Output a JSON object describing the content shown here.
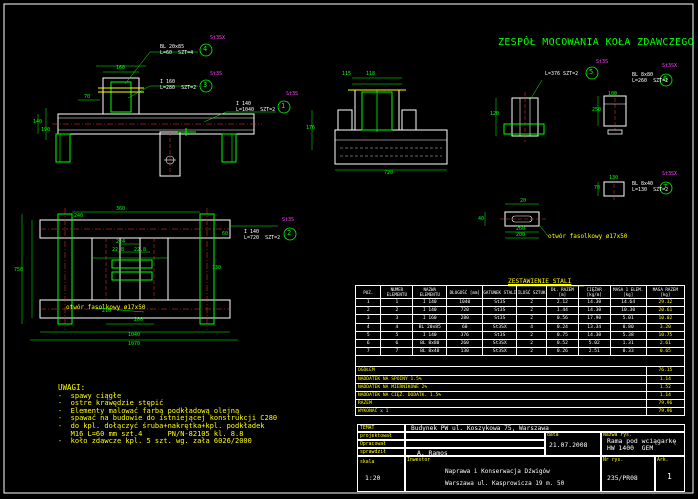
{
  "drawing": {
    "title": "ZESPÓŁ MOCOWANIA KOŁA ZDAWCZEGO",
    "dims": {
      "d240": "240",
      "d160": "160",
      "d360": "360",
      "d1040": "1040",
      "d1070": "1070",
      "d720": "720",
      "d750": "750",
      "d224": "224",
      "d228": "22.8",
      "d228b": "22.8",
      "d70": "70",
      "d210": "210",
      "d200": "200",
      "d130": "130",
      "d60": "60",
      "d140": "140",
      "d190": "190",
      "d115": "115",
      "d118": "118",
      "d176": "176",
      "d120": "120",
      "d250": "250",
      "d100": "100",
      "d70b": "70",
      "d260": "260",
      "d200b": "200",
      "d40": "40",
      "d20": "20",
      "d130b": "130"
    },
    "labels": {
      "l1": "I 140\nL=1040  SZT=2",
      "l2": "I 140\nL=720  SZT=2",
      "l3": "I 160\nL=280  SZT=2",
      "l4": "BL 20x85\nL=60  SZT=4",
      "l5": "L=376  SZT=2",
      "l6": "BL 8x80\nL=260  SZT=2",
      "l7": "BL 8x40\nL=130  SZT=2",
      "otwor1": "otwór fasolkowy ø17x50",
      "otwor2": "otwór fasolkowy ø17x50"
    },
    "markers": [
      "1",
      "2",
      "3",
      "4",
      "5",
      "6",
      "7"
    ],
    "steel": [
      "St3S",
      "St3S",
      "St3S",
      "St3SX",
      "St3S",
      "St3SX",
      "St3SX"
    ]
  },
  "notes": {
    "heading": "UWAGI:",
    "items": [
      "-  spawy ciągłe",
      "-  ostre krawędzie stępić",
      "-  Elementy malować farbą podkładową olejną",
      "-  spawać na budowie do istniejącej konstrukcji C280",
      "-  do kpl. dołączyć śruba+nakrętka+kpl. podkładek",
      "   M16 L=60 mm szt.4      PN/N-82105 kl. 8.8",
      "-  koło zdawcze kpl. 5 szt. wg. zała 6026/2000"
    ]
  },
  "bom": {
    "title": "ZESTAWIENIE STALI",
    "headers": [
      "POZ.",
      "NUMER ELEMENTU",
      "NAZWA ELEMENTU",
      "DŁUGOŚĆ [mm]",
      "GATUNEK STALI",
      "ILOŚĆ SZTUK",
      "DŁ. RAZEM [m]",
      "CIĘŻAR [kg/m]",
      "MASA 1 ELEM. [kg]",
      "MASA RAZEM [kg]"
    ],
    "rows": [
      [
        "1",
        "1",
        "I 140",
        "1040",
        "St3S",
        "2",
        "2.12",
        "14.30",
        "14.64",
        "29.32"
      ],
      [
        "2",
        "2",
        "I 140",
        "720",
        "St3S",
        "2",
        "1.44",
        "14.30",
        "10.30",
        "20.61"
      ],
      [
        "3",
        "3",
        "I 160",
        "280",
        "St3S",
        "2",
        "0.56",
        "17.90",
        "5.01",
        "10.02"
      ],
      [
        "4",
        "4",
        "BL 20x85",
        "60",
        "St3SX",
        "4",
        "0.24",
        "13.34",
        "0.80",
        "3.20"
      ],
      [
        "5",
        "5",
        "I 140",
        "376",
        "St3S",
        "2",
        "0.75",
        "14.30",
        "5.38",
        "10.75"
      ],
      [
        "6",
        "6",
        "BL 8x80",
        "260",
        "St3SX",
        "2",
        "0.52",
        "5.02",
        "1.31",
        "2.61"
      ],
      [
        "7",
        "7",
        "BL 8x40",
        "130",
        "St3SX",
        "2",
        "0.26",
        "2.51",
        "0.33",
        "0.65"
      ]
    ],
    "summary": [
      [
        "OGÓŁEM",
        "",
        "",
        "",
        "",
        "",
        "",
        "",
        "",
        "76.15"
      ],
      [
        "NADDATEK NA SPOINY  1.5%",
        "",
        "",
        "",
        "",
        "",
        "",
        "",
        "",
        "1.14"
      ],
      [
        "NADDATEK NA MIERNIKOWE  2%",
        "",
        "",
        "",
        "",
        "",
        "",
        "",
        "",
        "1.52"
      ],
      [
        "NADDATEK NA CIĘŻ. DODATK.  1.5%",
        "",
        "",
        "",
        "",
        "",
        "",
        "",
        "",
        "1.14"
      ],
      [
        "RAZEM",
        "",
        "",
        "",
        "",
        "",
        "",
        "",
        "",
        "79.96"
      ],
      [
        "WYKONAĆ  x 1",
        "",
        "",
        "",
        "",
        "",
        "",
        "",
        "",
        "79.96"
      ]
    ]
  },
  "titleblock": {
    "temat_label": "TEMAT",
    "temat": "Budynek PW ul. Koszykowa 75, Warszawa",
    "projektowal_label": "projektował",
    "opracowal_label": "Opracował",
    "sprawdzil_label": "sprawdził",
    "sprawdzil": "A. Ramos",
    "data_label": "data",
    "data": "21.07.2008",
    "rys_label": "Nazwa rys.",
    "rys": "Rama pod wciągarkę\nHW 1400  GEM",
    "skala_label": "skala",
    "skala": "1:20",
    "inwestor_label": "Inwestor",
    "inwestor": "Naprawa i Konserwacja Dźwigów\nWarszawa ul. Kasprowicza 19 m. 50",
    "nr_label": "Nr rys.",
    "nr": "235/PR08",
    "arkusz_label": "Ark.",
    "arkusz": "1"
  }
}
